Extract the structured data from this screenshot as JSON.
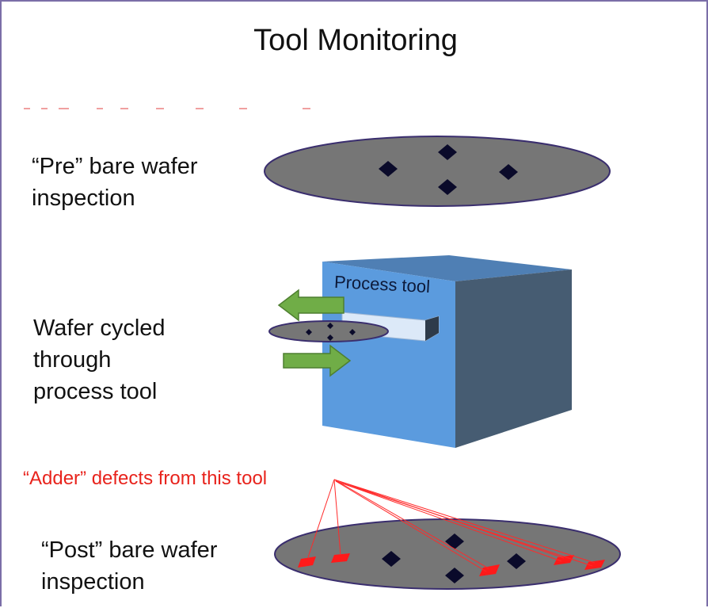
{
  "title": "Tool Monitoring",
  "labels": {
    "pre": "“Pre” bare wafer\ninspection",
    "cycle": "Wafer cycled\nthrough\nprocess tool",
    "adder": "“Adder” defects from this tool",
    "post": "“Post” bare wafer\ninspection",
    "process_tool": "Process tool"
  },
  "colors": {
    "wafer_fill": "#767676",
    "wafer_stroke": "#3a2e6e",
    "defect": "#0a0a2a",
    "adder_defect": "#ff1a1a",
    "adder_text": "#e8231c",
    "tool_front": "#5b9bde",
    "tool_side": "#465c72",
    "tool_top": "#4f7fb4",
    "arrow_green": "#70ad47",
    "slot": "#dce9f8"
  },
  "icons": {
    "arrow_out": "left-arrow-icon",
    "arrow_in": "right-arrow-icon"
  }
}
